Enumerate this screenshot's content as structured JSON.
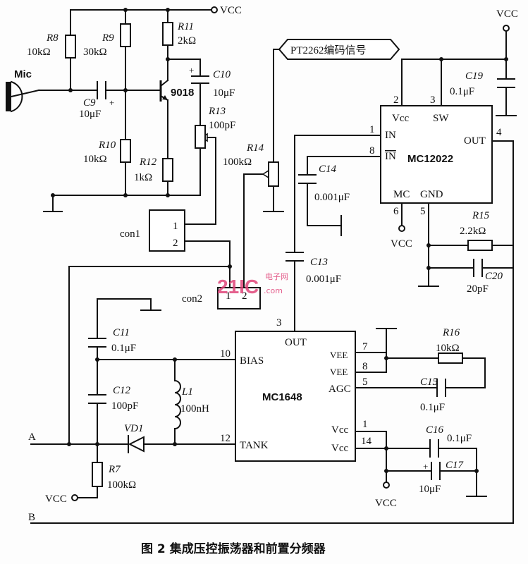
{
  "caption": "图 2  集成压控振荡器和前置分频器",
  "vcc": "VCC",
  "signal_tag": "PT2262编码信号",
  "watermark": {
    "brand": "21IC",
    "cn": "电子网",
    "com": ".com"
  },
  "ics": {
    "mc12022": {
      "name": "MC12022",
      "pins": {
        "vcc": "Vcc",
        "sw": "SW",
        "in": "IN",
        "inb": "IN",
        "out": "OUT",
        "mc": "MC",
        "gnd": "GND"
      },
      "nums": {
        "p1": "1",
        "p2": "2",
        "p3": "3",
        "p4": "4",
        "p5": "5",
        "p6": "6",
        "p8": "8"
      }
    },
    "mc1648": {
      "name": "MC1648",
      "pins": {
        "out": "OUT",
        "bias": "BIAS",
        "tank": "TANK",
        "vee1": "VEE",
        "vee2": "VEE",
        "agc": "AGC",
        "vcc1": "Vcc",
        "vcc2": "Vcc"
      },
      "nums": {
        "p3": "3",
        "p10": "10",
        "p12": "12",
        "p7": "7",
        "p8": "8",
        "p5": "5",
        "p1": "1",
        "p14": "14"
      }
    }
  },
  "transistor": "9018",
  "mic": "Mic",
  "connectors": {
    "con1": {
      "name": "con1",
      "pin1": "1",
      "pin2": "2"
    },
    "con2": {
      "name": "con2",
      "pin1": "1",
      "pin2": "2"
    }
  },
  "nodes": {
    "a": "A",
    "b": "B"
  },
  "components": {
    "r8": {
      "ref": "R8",
      "value": "10kΩ"
    },
    "r9": {
      "ref": "R9",
      "value": "30kΩ"
    },
    "r10": {
      "ref": "R10",
      "value": "10kΩ"
    },
    "r11": {
      "ref": "R11",
      "value": "2kΩ"
    },
    "r12": {
      "ref": "R12",
      "value": "1kΩ"
    },
    "r13": {
      "ref": "R13",
      "value": "100pF"
    },
    "r14": {
      "ref": "R14",
      "value": "100kΩ"
    },
    "r15": {
      "ref": "R15",
      "value": "2.2kΩ"
    },
    "r16": {
      "ref": "R16",
      "value": "10kΩ"
    },
    "r7": {
      "ref": "R7",
      "value": "100kΩ"
    },
    "c9": {
      "ref": "C9",
      "value": "10μF"
    },
    "c10": {
      "ref": "C10",
      "value": "10μF"
    },
    "c11": {
      "ref": "C11",
      "value": "0.1μF"
    },
    "c12": {
      "ref": "C12",
      "value": "100pF"
    },
    "c13": {
      "ref": "C13",
      "value": "0.001μF"
    },
    "c14": {
      "ref": "C14",
      "value": "0.001μF"
    },
    "c15": {
      "ref": "C15",
      "value": "0.1μF"
    },
    "c16": {
      "ref": "C16",
      "value": "0.1μF"
    },
    "c17": {
      "ref": "C17",
      "value": "10μF"
    },
    "c19": {
      "ref": "C19",
      "value": "0.1μF"
    },
    "c20": {
      "ref": "C20",
      "value": "20pF"
    },
    "l1": {
      "ref": "L1",
      "value": "100nH"
    },
    "vd1": {
      "ref": "VD1"
    }
  }
}
